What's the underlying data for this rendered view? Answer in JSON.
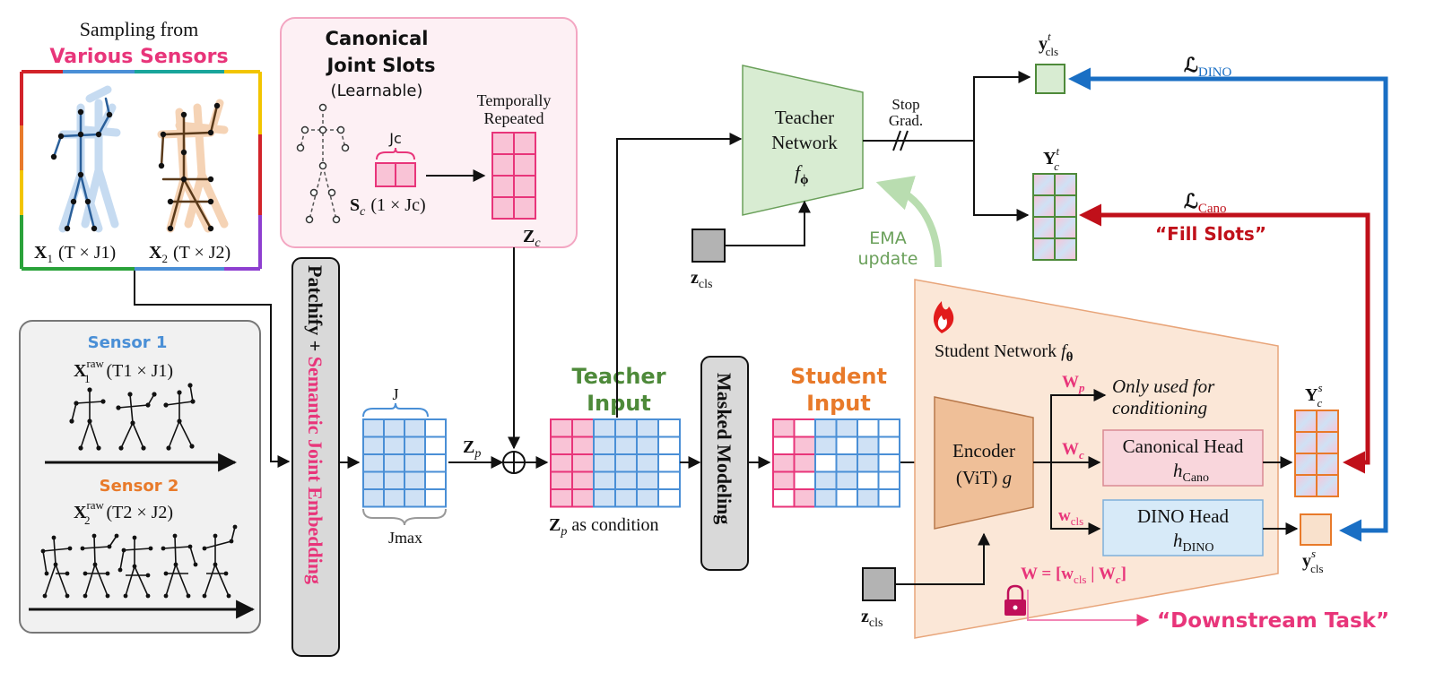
{
  "colors": {
    "pink": "#e8357a",
    "pink_light": "#f9c3d6",
    "blue": "#4a8fd6",
    "blue_light": "#cfe1f5",
    "green": "#4e8a3a",
    "green_light": "#d8ecd2",
    "orange": "#e87a2a",
    "orange_light": "#f9e1cc",
    "red": "#c0101a",
    "dino_blue": "#1a6fc4",
    "gray": "#b3b3b3"
  },
  "sensors": {
    "title_line1": "Sampling from",
    "title_line2": "Various Sensors",
    "x1_label": "X",
    "x1_sub": "1",
    "x1_dims": "(T × J1)",
    "x2_label": "X",
    "x2_sub": "2",
    "x2_dims": "(T × J2)"
  },
  "raw_panel": {
    "sensor1_title": "Sensor 1",
    "sensor1_label": "X",
    "sensor1_sup": "raw",
    "sensor1_sub": "1",
    "sensor1_dims": "(T1 × J1)",
    "sensor2_title": "Sensor 2",
    "sensor2_label": "X",
    "sensor2_sup": "raw",
    "sensor2_sub": "2",
    "sensor2_dims": "(T2 × J2)"
  },
  "canonical": {
    "title_line1": "Canonical",
    "title_line2": "Joint Slots",
    "subtitle": "(Learnable)",
    "jc_label": "Jc",
    "sc_label": "S",
    "sc_sub": "c",
    "sc_dims": "(1 × Jc)",
    "repeated_line1": "Temporally",
    "repeated_line2": "Repeated",
    "zc_label": "Z",
    "zc_sub": "c"
  },
  "patchify": {
    "part1": "Patchify + ",
    "part2": "Semantic Joint Embedding"
  },
  "zp_block": {
    "j_label": "J",
    "jmax_label": "Jmax",
    "zp_label": "Z",
    "zp_sub": "p"
  },
  "teacher_input": {
    "line1": "Teacher",
    "line2": "Input",
    "cond_label": "Z",
    "cond_sub": "p",
    "cond_text": " as condition"
  },
  "masked_modeling": "Masked Modeling",
  "student_input": {
    "line1": "Student",
    "line2": "Input"
  },
  "teacher_network": {
    "line1": "Teacher",
    "line2": "Network",
    "symbol": "f",
    "symbol_sub": "ϕ"
  },
  "stop_grad": {
    "line1": "Stop",
    "line2": "Grad."
  },
  "ema": {
    "line1": "EMA",
    "line2": "update"
  },
  "zcls": {
    "label": "z",
    "sub": "cls"
  },
  "outputs": {
    "ycls_t": "y",
    "ycls_t_sub": "cls",
    "ycls_t_sup": "t",
    "Yc_t": "Y",
    "Yc_t_sub": "c",
    "Yc_t_sup": "t",
    "Yc_s": "Y",
    "Yc_s_sub": "c",
    "Yc_s_sup": "s",
    "ycls_s": "y",
    "ycls_s_sub": "cls",
    "ycls_s_sup": "s"
  },
  "losses": {
    "dino": "ℒ",
    "dino_sub": "DINO",
    "cano": "ℒ",
    "cano_sub": "Cano",
    "fill_slots": "“Fill Slots”"
  },
  "student_network": {
    "title": "Student Network ",
    "symbol": "f",
    "symbol_sub": "θ",
    "encoder_line1": "Encoder",
    "encoder_line2": "(ViT) ",
    "encoder_symbol": "g",
    "wp": "W",
    "wp_sub": "p",
    "wp_text_line1": "Only used for",
    "wp_text_line2": "conditioning",
    "wc": "W",
    "wc_sub": "c",
    "wcls": "w",
    "wcls_sub": "cls",
    "cano_head_line1": "Canonical Head",
    "cano_head_symbol": "h",
    "cano_head_sub": "Cano",
    "dino_head_line1": "DINO Head",
    "dino_head_symbol": "h",
    "dino_head_sub": "DINO",
    "w_eq": "W = [w",
    "w_eq_sub": "cls",
    "w_eq_mid": " | W",
    "w_eq_sub2": "c",
    "w_eq_end": "]",
    "downstream": "“Downstream Task”"
  }
}
